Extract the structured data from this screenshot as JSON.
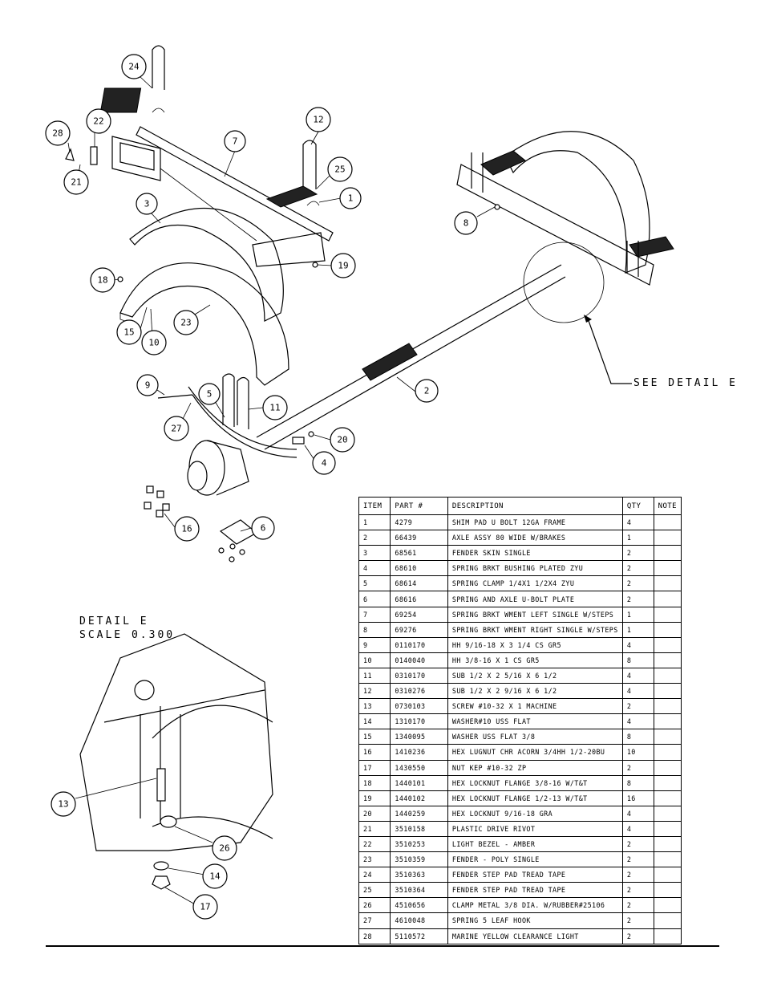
{
  "detail": {
    "title": "DETAIL  E",
    "scale": "SCALE  0.300",
    "see_label": "SEE DETAIL  E"
  },
  "callouts": [
    "24",
    "22",
    "28",
    "21",
    "7",
    "12",
    "25",
    "1",
    "3",
    "8",
    "18",
    "19",
    "15",
    "10",
    "23",
    "9",
    "5",
    "11",
    "2",
    "27",
    "20",
    "4",
    "16",
    "6",
    "13",
    "26",
    "14",
    "17"
  ],
  "table": {
    "headers": [
      "ITEM",
      "PART #",
      "DESCRIPTION",
      "QTY",
      "NOTE"
    ],
    "rows": [
      [
        "1",
        "4279",
        "SHIM PAD  U BOLT 12GA FRAME",
        "4",
        ""
      ],
      [
        "2",
        "66439",
        "AXLE ASSY 80 WIDE W/BRAKES",
        "1",
        ""
      ],
      [
        "3",
        "68561",
        "FENDER SKIN SINGLE",
        "2",
        ""
      ],
      [
        "4",
        "68610",
        "SPRING BRKT BUSHING PLATED ZYU",
        "2",
        ""
      ],
      [
        "5",
        "68614",
        "SPRING CLAMP  1/4X1 1/2X4  ZYU",
        "2",
        ""
      ],
      [
        "6",
        "68616",
        "SPRING AND AXLE U-BOLT PLATE",
        "2",
        ""
      ],
      [
        "7",
        "69254",
        "SPRING BRKT WMENT LEFT SINGLE W/STEPS",
        "1",
        ""
      ],
      [
        "8",
        "69276",
        "SPRING BRKT WMENT RIGHT SINGLE W/STEPS",
        "1",
        ""
      ],
      [
        "9",
        "0110170",
        "HH 9/16-18 X 3 1/4 CS GR5",
        "4",
        ""
      ],
      [
        "10",
        "0140040",
        "HH 3/8-16 X 1 CS GR5",
        "8",
        ""
      ],
      [
        "11",
        "0310170",
        "SUB 1/2 X 2 5/16 X 6 1/2",
        "4",
        ""
      ],
      [
        "12",
        "0310276",
        "SUB 1/2 X 2 9/16 X 6 1/2",
        "4",
        ""
      ],
      [
        "13",
        "0730103",
        "SCREW #10-32 X 1 MACHINE",
        "2",
        ""
      ],
      [
        "14",
        "1310170",
        "WASHER#10 USS FLAT",
        "4",
        ""
      ],
      [
        "15",
        "1340095",
        "WASHER USS FLAT 3/8",
        "8",
        ""
      ],
      [
        "16",
        "1410236",
        "HEX LUGNUT CHR ACORN 3/4HH 1/2-20BU",
        "10",
        ""
      ],
      [
        "17",
        "1430550",
        "NUT KEP #10-32 ZP",
        "2",
        ""
      ],
      [
        "18",
        "1440101",
        "HEX LOCKNUT FLANGE 3/8-16 W/T&T",
        "8",
        ""
      ],
      [
        "19",
        "1440102",
        "HEX LOCKNUT FLANGE 1/2-13 W/T&T",
        "16",
        ""
      ],
      [
        "20",
        "1440259",
        "HEX LOCKNUT 9/16-18 GRA",
        "4",
        ""
      ],
      [
        "21",
        "3510158",
        "PLASTIC DRIVE RIVOT",
        "4",
        ""
      ],
      [
        "22",
        "3510253",
        "LIGHT BEZEL - AMBER",
        "2",
        ""
      ],
      [
        "23",
        "3510359",
        "FENDER - POLY SINGLE",
        "2",
        ""
      ],
      [
        "24",
        "3510363",
        "FENDER STEP PAD TREAD TAPE",
        "2",
        ""
      ],
      [
        "25",
        "3510364",
        "FENDER STEP PAD TREAD TAPE",
        "2",
        ""
      ],
      [
        "26",
        "4510656",
        "CLAMP METAL 3/8 DIA. W/RUBBER#25106",
        "2",
        ""
      ],
      [
        "27",
        "4610048",
        "SPRING  5 LEAF HOOK",
        "2",
        ""
      ],
      [
        "28",
        "5110572",
        "MARINE YELLOW CLEARANCE LIGHT",
        "2",
        ""
      ]
    ]
  }
}
